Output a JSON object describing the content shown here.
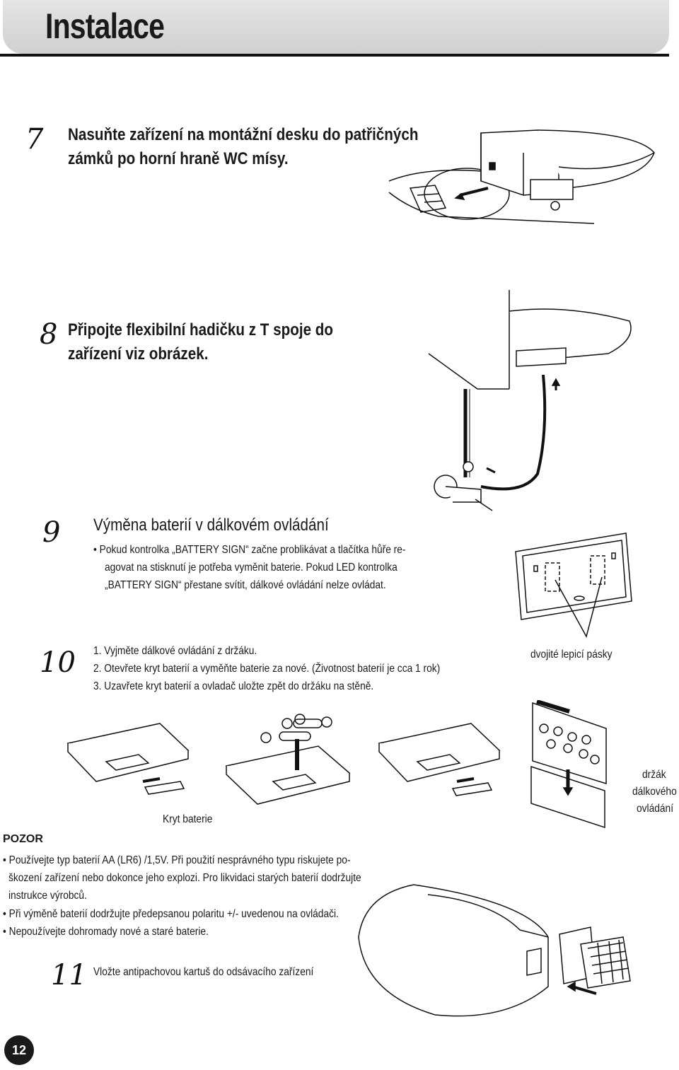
{
  "header": {
    "title": "Instalace"
  },
  "step7": {
    "num": "7",
    "line1": "Nasuňte zařízení na montážní desku do patřičných",
    "line2": "zámků po horní hraně WC mísy."
  },
  "step8": {
    "num": "8",
    "line1": "Připojte flexibilní hadičku z T spoje do",
    "line2": "zařízení viz obrázek."
  },
  "step9": {
    "num": "9",
    "heading": "Výměna baterií v dálkovém ovládání",
    "bullet_l1": "• Pokud kontrolka „BATTERY SIGN“ začne problikávat a tlačítka hůře re-",
    "bullet_l2": "agovat na stisknutí je potřeba vyměnit baterie. Pokud LED kontrolka",
    "bullet_l3": "„BATTERY SIGN“ přestane svítit, dálkové ovládání nelze ovládat."
  },
  "step10": {
    "num": "10",
    "items": [
      "1. Vyjměte dálkové ovládání z držáku.",
      "2. Otevřete kryt baterií a vyměňte baterie za nové. (Životnost baterií je cca 1 rok)",
      "3. Uzavřete kryt baterií a ovladač uložte zpět do držáku na stěně."
    ]
  },
  "labels": {
    "tape": "dvojité lepicí pásky",
    "cover": "Kryt baterie",
    "holder1": "držák",
    "holder2": "dálkového",
    "holder3": "ovládání"
  },
  "caution": {
    "title": "POZOR",
    "l1": "• Používejte typ baterií AA (LR6) /1,5V. Při použití nesprávného typu riskujete po-",
    "l2": "škození zařízení nebo dokonce jeho explozi. Pro likvidaci starých baterií dodržujte",
    "l3": "instrukce výrobců.",
    "l4": "• Při výměně baterií dodržujte předepsanou polaritu +/- uvedenou na ovládači.",
    "l5": "• Nepoužívejte dohromady nové a staré baterie."
  },
  "step11": {
    "num": "11",
    "text": "Vložte antipachovou kartuš do odsávacího zařízení"
  },
  "page": {
    "number": "12"
  }
}
